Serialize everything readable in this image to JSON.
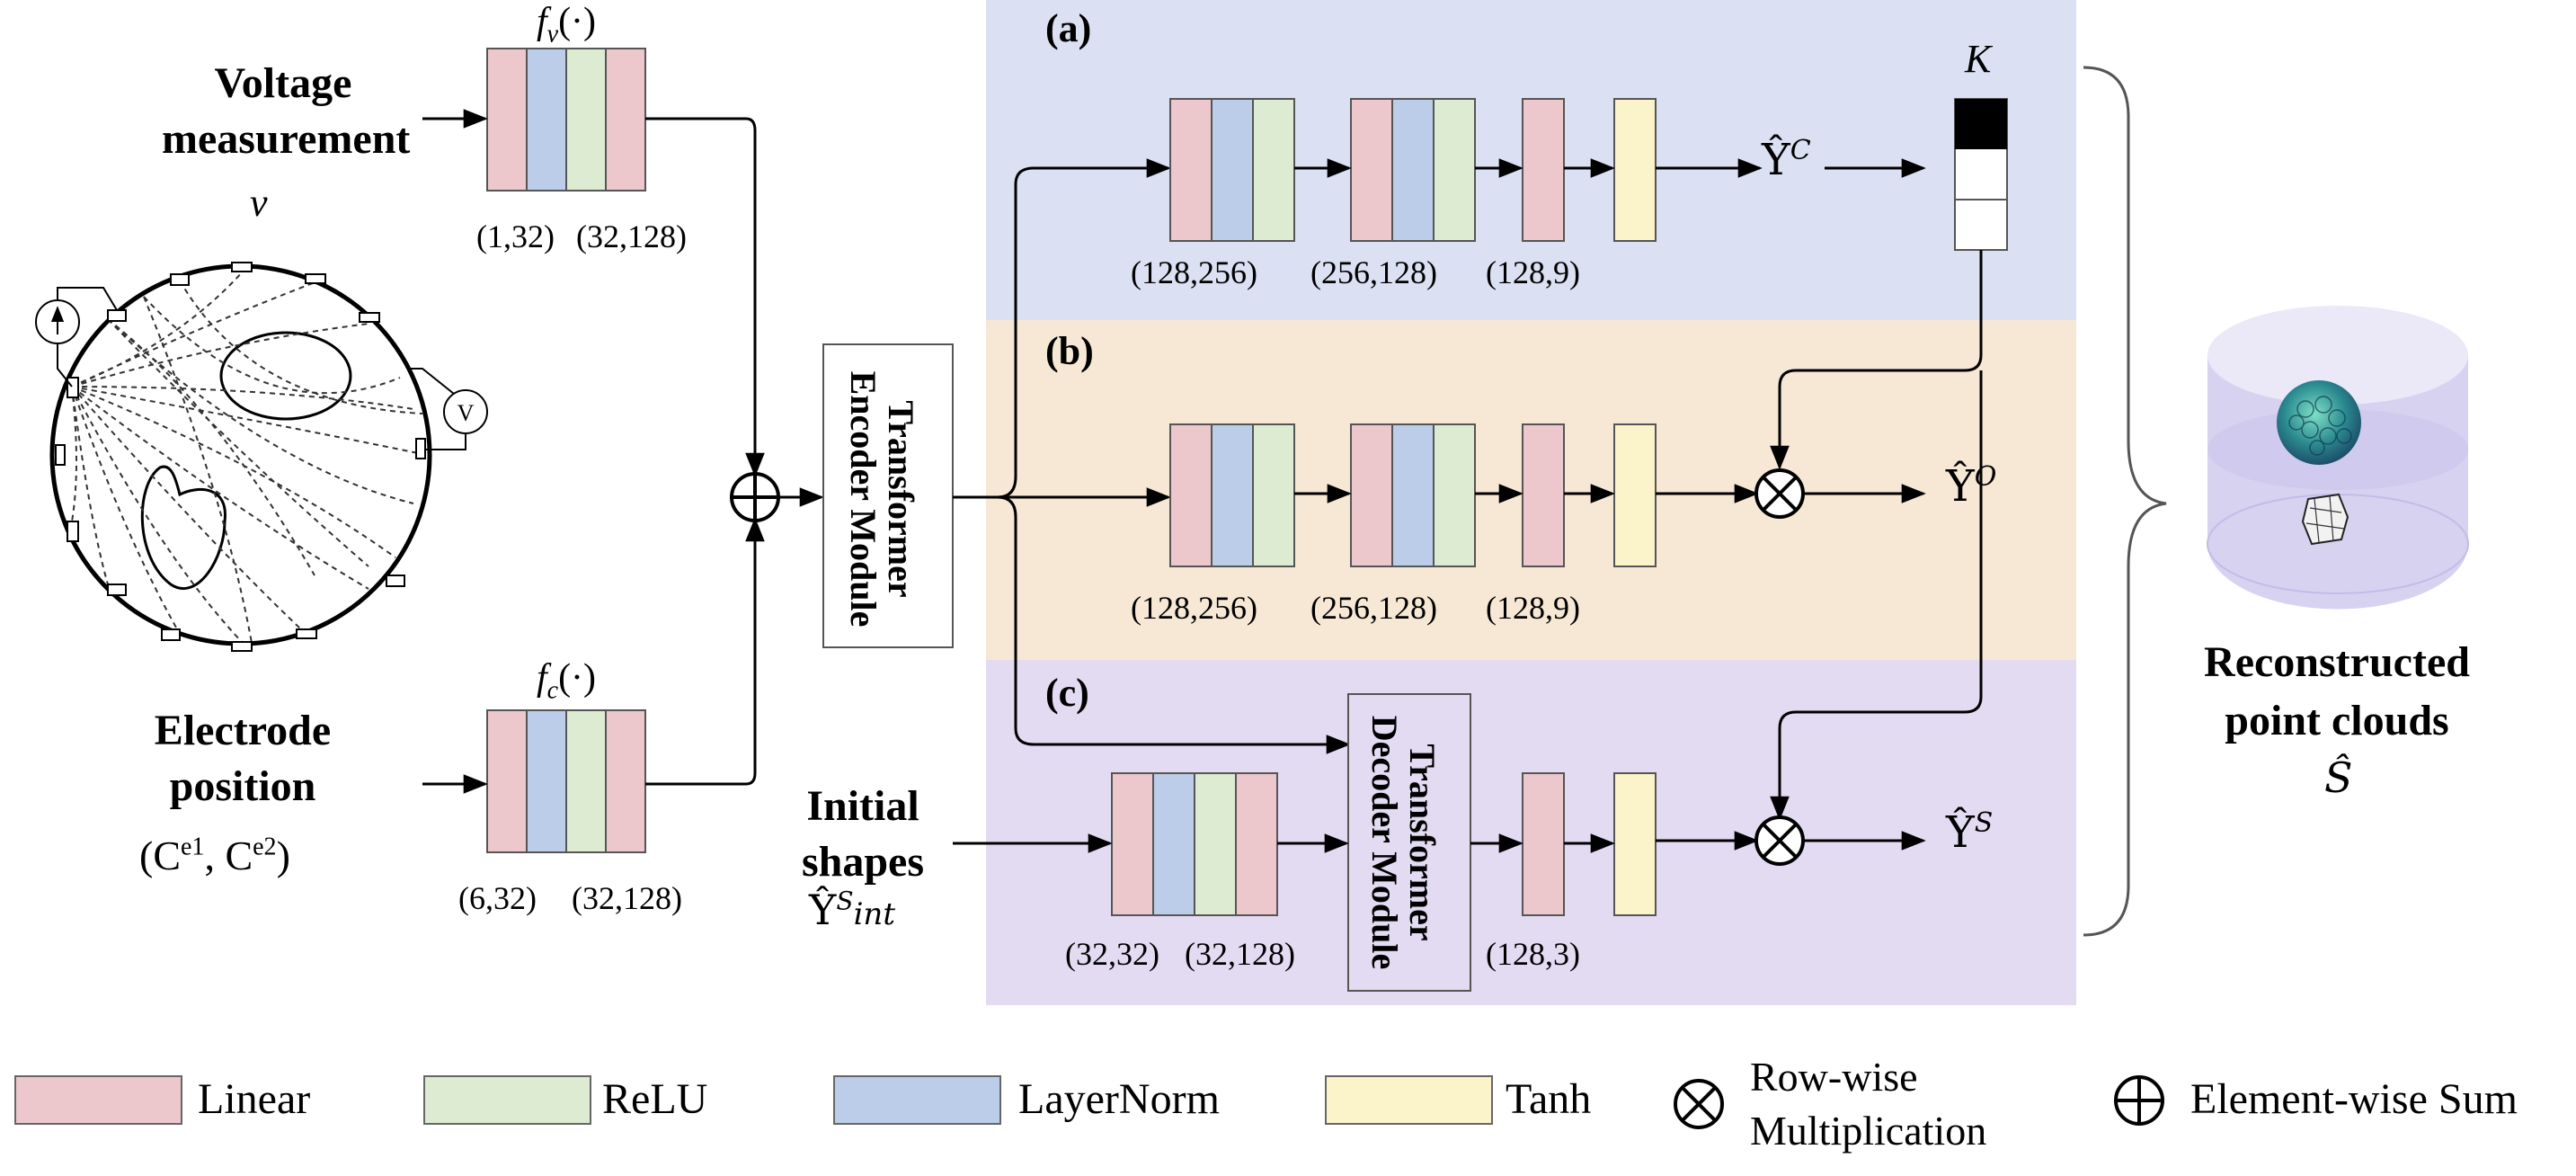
{
  "inputs": {
    "voltage": {
      "line1": "Voltage",
      "line2": "measurement",
      "symbol": "v"
    },
    "electrode": {
      "line1": "Electrode",
      "line2": "position",
      "symbol": "(C",
      "sup1": "e1",
      "comma": ", C",
      "sup2": "e2",
      "close": ")"
    },
    "initial": {
      "line1": "Initial",
      "line2": "shapes",
      "symbol": "Ŷ",
      "sup": "S",
      "sub": "int"
    }
  },
  "encoders": {
    "fv": {
      "label": "f",
      "sub": "v",
      "suffix": "(·)",
      "dims": [
        "(1,32)",
        "(32,128)"
      ]
    },
    "fc": {
      "label": "f",
      "sub": "c",
      "suffix": "(·)",
      "dims": [
        "(6,32)",
        "(32,128)"
      ]
    }
  },
  "modules": {
    "encoder": {
      "line1": "Transformer",
      "line2": "Encoder Module"
    },
    "decoder": {
      "line1": "Transformer",
      "line2": "Decoder Module"
    }
  },
  "branches": [
    {
      "tag": "(a)",
      "output": "Ŷ",
      "output_sup": "C",
      "dims": [
        "(128,256)",
        "(256,128)",
        "(128,9)"
      ],
      "color": "#dbe0f2"
    },
    {
      "tag": "(b)",
      "output": "Ŷ",
      "output_sup": "O",
      "dims": [
        "(128,256)",
        "(256,128)",
        "(128,9)"
      ],
      "color": "#f7e7d5"
    },
    {
      "tag": "(c)",
      "output": "Ŷ",
      "output_sup": "S",
      "dims": [
        "(32,32)",
        "(32,128)",
        "(128,3)"
      ],
      "color": "#e3dbf2"
    }
  ],
  "k_label": "K",
  "result": {
    "line1": "Reconstructed",
    "line2": "point clouds",
    "symbol": "Ŝ"
  },
  "legend": [
    {
      "type": "swatch",
      "label": "Linear",
      "color": "#ecc8cd"
    },
    {
      "type": "swatch",
      "label": "ReLU",
      "color": "#dcebd2"
    },
    {
      "type": "swatch",
      "label": "LayerNorm",
      "color": "#bccde9"
    },
    {
      "type": "swatch",
      "label": "Tanh",
      "color": "#fbf3c9"
    },
    {
      "type": "otimes",
      "label1": "Row-wise",
      "label2": "Multiplication"
    },
    {
      "type": "oplus",
      "label": "Element-wise Sum"
    }
  ]
}
